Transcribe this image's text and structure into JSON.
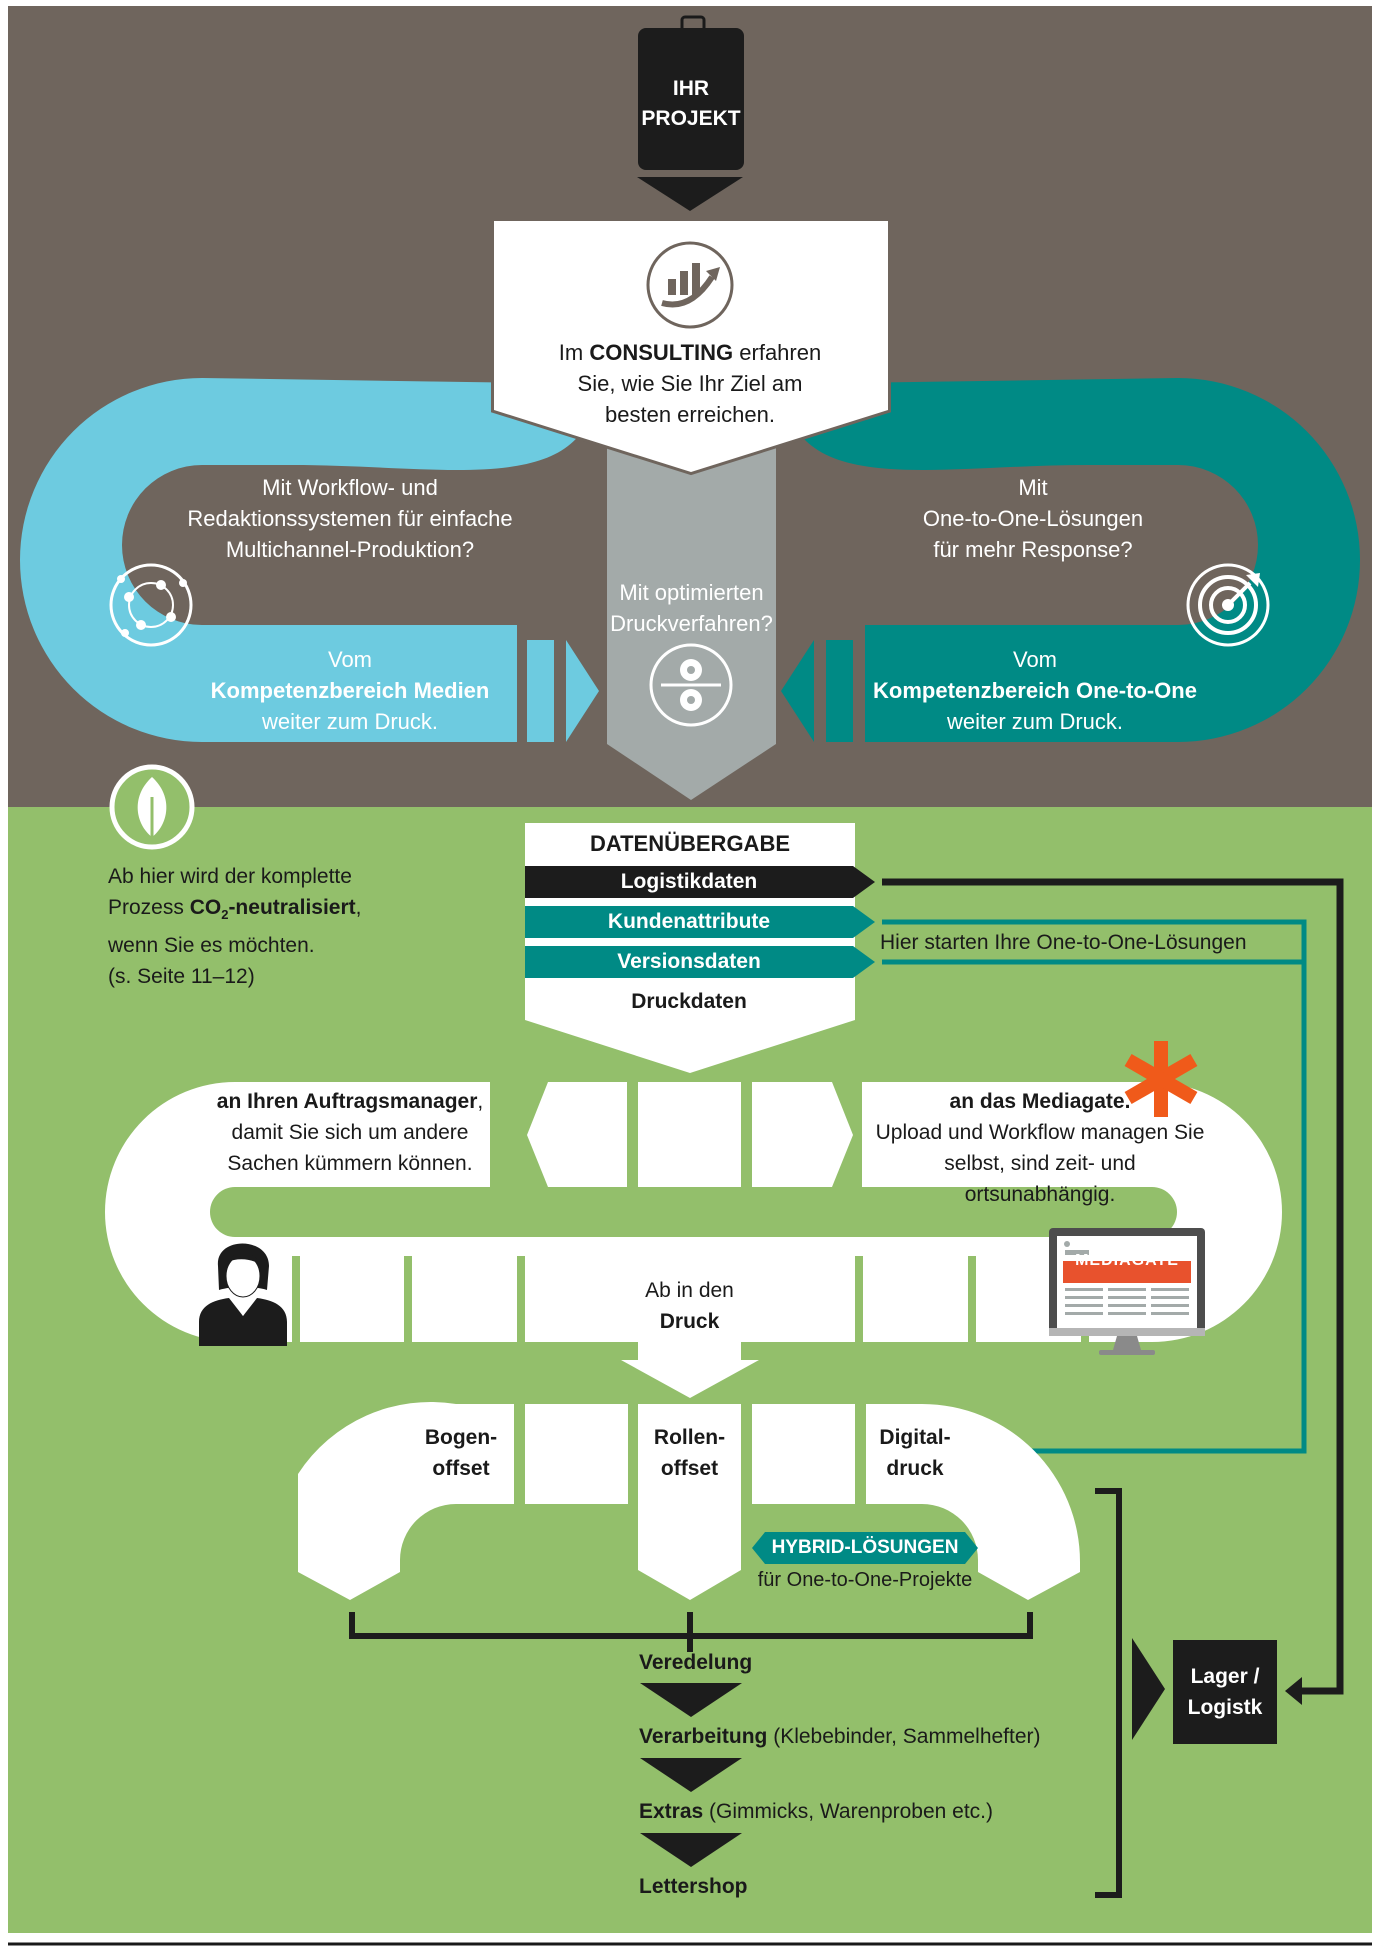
{
  "colors": {
    "brown": "#6f655d",
    "green": "#93bf6b",
    "light_blue": "#6dcbe0",
    "teal": "#008a85",
    "gray": "#a3aaa9",
    "black": "#1c1c1c",
    "orange": "#f05a1a",
    "white": "#ffffff"
  },
  "project": {
    "line1": "IHR",
    "line2": "PROJEKT"
  },
  "consulting": {
    "pre": "Im ",
    "bold": "CONSULTING",
    "post": " erfahren",
    "line2": "Sie, wie Sie Ihr Ziel am",
    "line3": "besten erreichen.",
    "icon": "chart-growth-icon"
  },
  "left_branch": {
    "question": [
      "Mit Workflow- und",
      "Redaktionssystemen für einfache",
      "Multichannel-Produktion?"
    ],
    "from_line1": "Vom",
    "from_bold": "Kompetenzbereich Medien",
    "from_line3": "weiter zum Druck.",
    "icon": "network-globe-icon"
  },
  "right_branch": {
    "question": [
      "Mit",
      "One-to-One-Lösungen",
      "für mehr Response?"
    ],
    "from_line1": "Vom",
    "from_bold": "Kompetenzbereich One-to-One",
    "from_line3": "weiter zum Druck.",
    "icon": "target-icon"
  },
  "middle_branch": {
    "question": [
      "Mit optimierten",
      "Druckverfahren?"
    ],
    "icon": "print-rollers-icon"
  },
  "co2": {
    "line1": "Ab hier wird der komplette",
    "line2_pre": "Prozess ",
    "line2_bold": "CO",
    "line2_sub": "2",
    "line2_bold2": "-neutralisiert",
    "line2_post": ",",
    "line3": "wenn Sie es möchten.",
    "line4": "(s. Seite 11–12)",
    "icon": "leaf-icon"
  },
  "datenuebergabe": {
    "title": "DATENÜBERGABE",
    "items": [
      "Logistikdaten",
      "Kundenattribute",
      "Versionsdaten",
      "Druckdaten"
    ],
    "one_to_one_note": "Hier starten Ihre One-to-One-Lösungen"
  },
  "manager": {
    "bold": "an Ihren Auftragsmanager",
    "post": ",",
    "line2": "damit Sie sich um andere",
    "line3": "Sachen kümmern können.",
    "icon": "person-icon"
  },
  "mediagate": {
    "bold": "an das Mediagate.",
    "line2": "Upload und Workflow managen Sie",
    "line3": "selbst, sind zeit- und ortsunabhängig.",
    "screen_label": "MEDIAGATE",
    "icon": "monitor-icon",
    "asterisk_icon": "asterisk-icon"
  },
  "to_print": {
    "line1": "Ab in den",
    "line2": "Druck"
  },
  "print_methods": [
    {
      "line1": "Bogen-",
      "line2": "offset"
    },
    {
      "line1": "Rollen-",
      "line2": "offset"
    },
    {
      "line1": "Digital-",
      "line2": "druck"
    }
  ],
  "hybrid": {
    "label": "HYBRID-LÖSUNGEN",
    "sub": "für One-to-One-Projekte"
  },
  "finishing": [
    {
      "bold": "Veredelung",
      "post": ""
    },
    {
      "bold": "Verarbeitung",
      "post": " (Klebebinder, Sammelhefter)"
    },
    {
      "bold": "Extras",
      "post": " (Gimmicks, Warenproben etc.)"
    },
    {
      "bold": "Lettershop",
      "post": ""
    }
  ],
  "lager": {
    "line1": "Lager /",
    "line2": "Logistk"
  }
}
